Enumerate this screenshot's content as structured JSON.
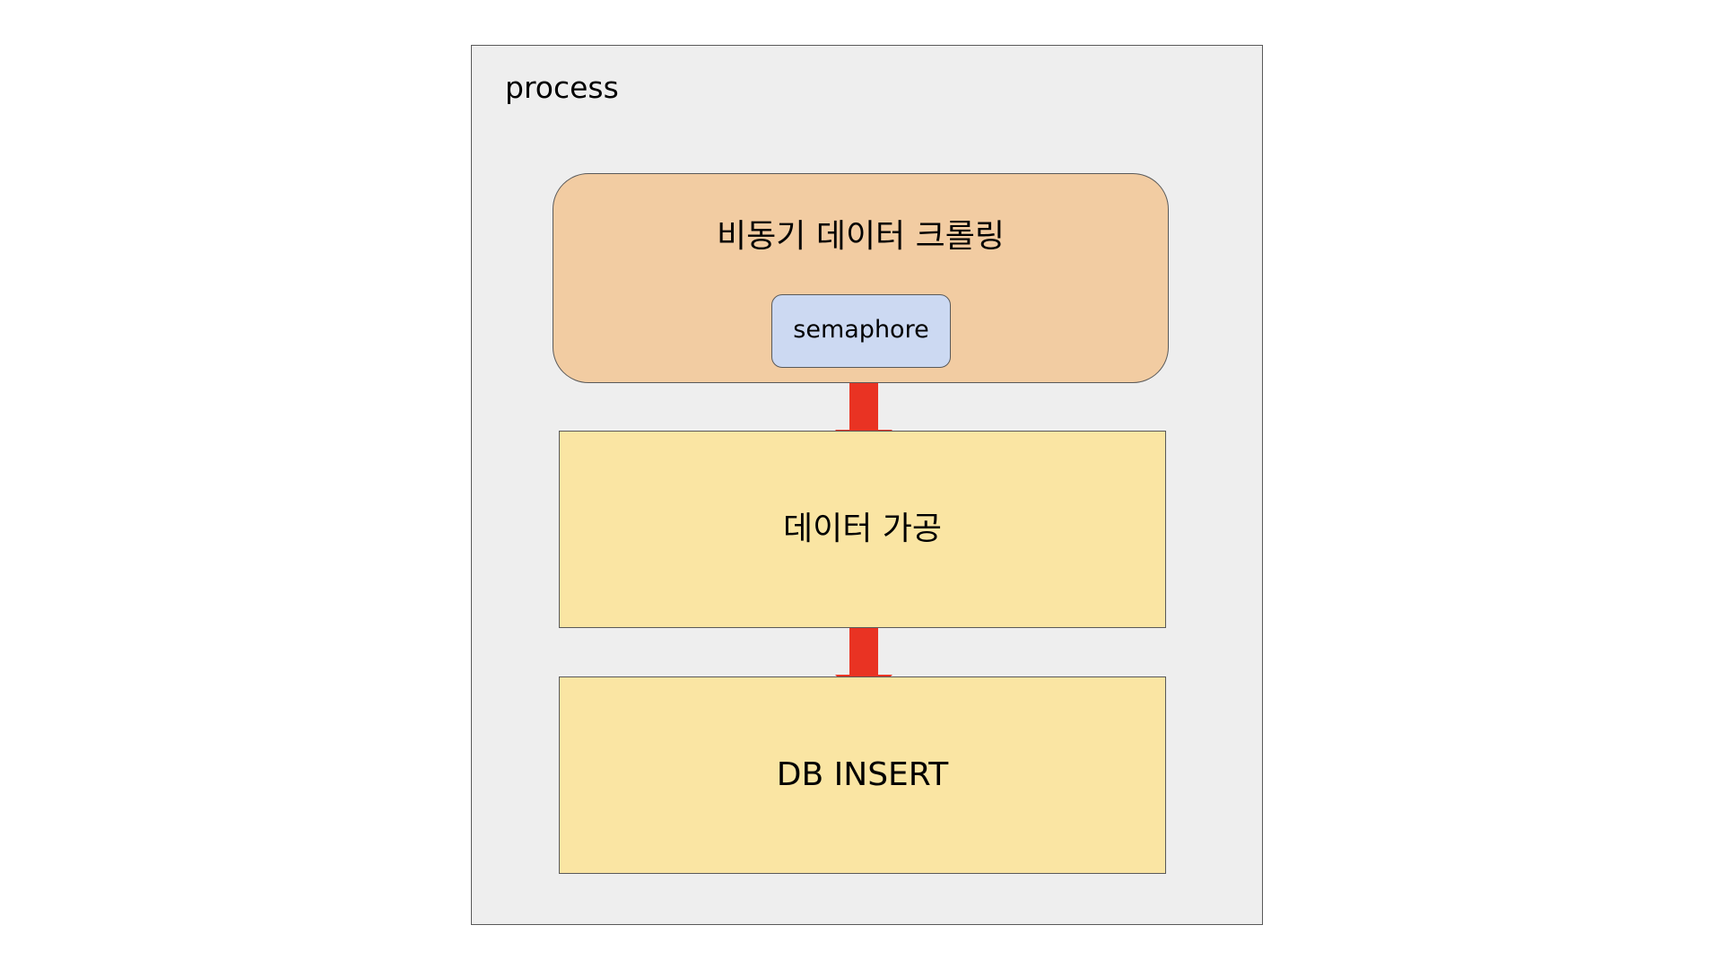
{
  "colors": {
    "process_fill": "#eeeeee",
    "crawl_fill": "#f2cca2",
    "semaphore_fill": "#ccd9f2",
    "step_fill": "#fae5a3",
    "arrow": "#e93323",
    "outline": "#595959"
  },
  "process": {
    "label": "process"
  },
  "crawl": {
    "label": "비동기 데이터 크롤링",
    "semaphore_label": "semaphore"
  },
  "steps": [
    {
      "label": "데이터 가공"
    },
    {
      "label": "DB INSERT"
    }
  ]
}
